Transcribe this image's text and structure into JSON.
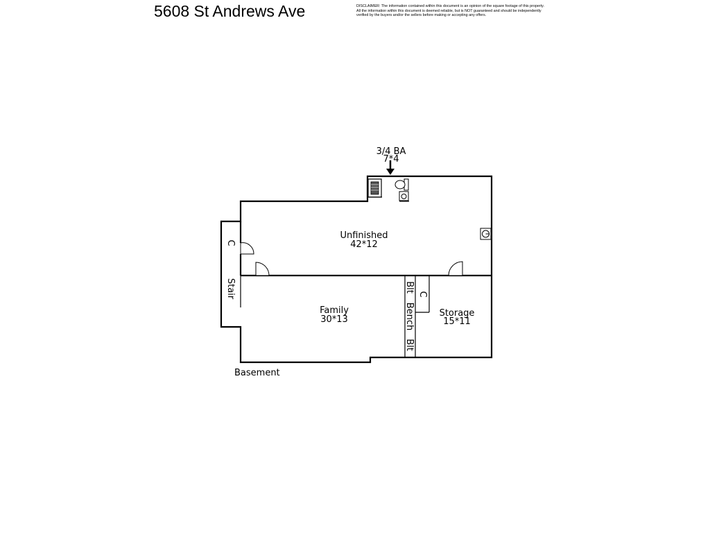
{
  "header": {
    "address": "5608 St Andrews Ave",
    "disclaimer_lines": [
      "DISCLAIMER: The information contained within this document is an opinion of the square footage of this property.",
      "All the information within this document is deemed reliable, but is NOT guaranteed and should be independently",
      "verified by the buyers and/or the sellers before making or accepting any offers."
    ]
  },
  "floor": {
    "name": "Basement"
  },
  "rooms": {
    "bath": {
      "name": "3/4 BA",
      "dims": "7*4"
    },
    "unfinished": {
      "name": "Unfinished",
      "dims": "42*12"
    },
    "family": {
      "name": "Family",
      "dims": "30*13"
    },
    "storage": {
      "name": "Storage",
      "dims": "15*11"
    }
  },
  "labels": {
    "closet_left": "C",
    "closet_right": "C",
    "stair": "Stair",
    "blt_top": "Blt",
    "bench": "Bench",
    "blt_bottom": "Blt"
  }
}
